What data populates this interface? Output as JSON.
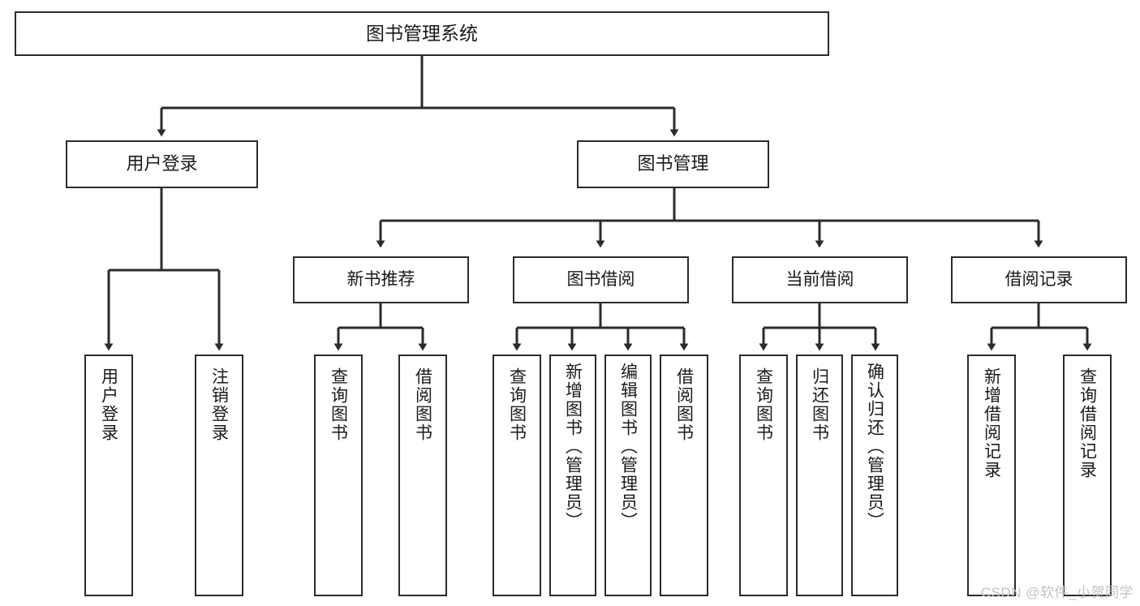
{
  "diagram": {
    "type": "tree",
    "title": "图书管理系统",
    "root": {
      "label": "图书管理系统"
    },
    "level2": [
      {
        "label": "用户登录"
      },
      {
        "label": "图书管理"
      }
    ],
    "level3": [
      {
        "label": "新书推荐"
      },
      {
        "label": "图书借阅"
      },
      {
        "label": "当前借阅"
      },
      {
        "label": "借阅记录"
      }
    ],
    "leaves": {
      "user_login": [
        {
          "label": "用户登录"
        },
        {
          "label": "注销登录"
        }
      ],
      "new_book": [
        {
          "label": "查询图书"
        },
        {
          "label": "借阅图书"
        }
      ],
      "borrow": [
        {
          "label": "查询图书"
        },
        {
          "label": "新增图书（管理员）"
        },
        {
          "label": "编辑图书（管理员）"
        },
        {
          "label": "借阅图书"
        }
      ],
      "current": [
        {
          "label": "查询图书"
        },
        {
          "label": "归还图书"
        },
        {
          "label": "确认归还（管理员）"
        }
      ],
      "records": [
        {
          "label": "新增借阅记录"
        },
        {
          "label": "查询借阅记录"
        }
      ]
    }
  },
  "watermark": {
    "text": "CSDN @软件_小贺同学"
  },
  "colors": {
    "stroke": "#2b2b2b",
    "background": "#ffffff",
    "text": "#1a1a1a",
    "watermark": "#c2c2c2"
  }
}
